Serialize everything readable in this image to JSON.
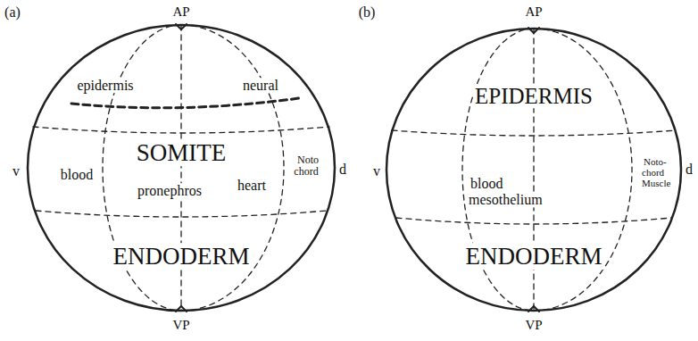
{
  "diagram": {
    "labels": [
      "(a)",
      "AP",
      "epidermis",
      "neural",
      "v",
      "SOMITE",
      "Noto chord",
      "d",
      "blood",
      "pronephros",
      "heart",
      "ENDODERM",
      "VP",
      "(b)",
      "AP",
      "EPIDERMIS",
      "v",
      "blood mesothelium",
      "Noto-chord Muscle",
      "d",
      "ENDODERM",
      "VP"
    ]
  }
}
